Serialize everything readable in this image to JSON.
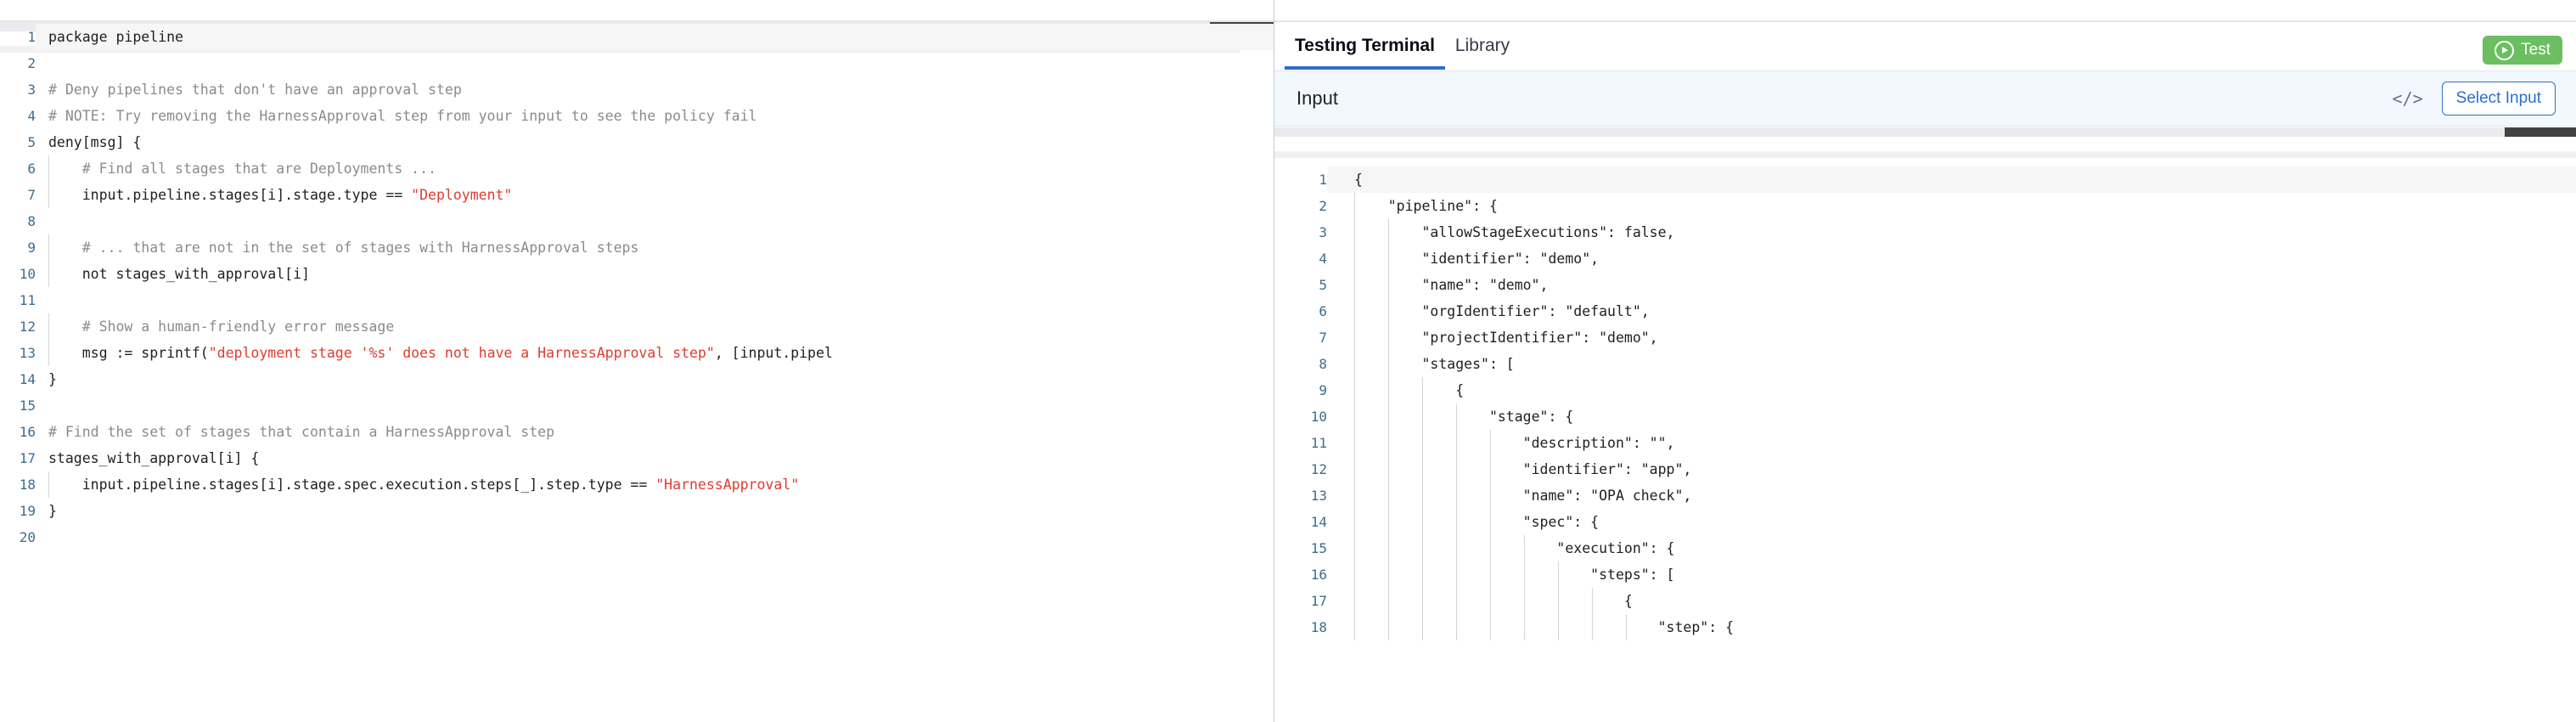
{
  "left_editor": {
    "name": "rego-policy-editor",
    "language": "rego",
    "scrollbar": {
      "orientation": "horizontal",
      "position": "right"
    },
    "active_line": 1,
    "lines": [
      {
        "n": "1",
        "indent": 0,
        "segments": [
          {
            "t": "plain",
            "s": "package pipeline"
          }
        ]
      },
      {
        "n": "2",
        "indent": 0,
        "segments": []
      },
      {
        "n": "3",
        "indent": 0,
        "segments": [
          {
            "t": "comment",
            "s": "# Deny pipelines that don't have an approval step"
          }
        ]
      },
      {
        "n": "4",
        "indent": 0,
        "segments": [
          {
            "t": "comment",
            "s": "# NOTE: Try removing the HarnessApproval step from your input to see the policy fail"
          }
        ]
      },
      {
        "n": "5",
        "indent": 0,
        "segments": [
          {
            "t": "plain",
            "s": "deny[msg] {"
          }
        ]
      },
      {
        "n": "6",
        "indent": 1,
        "segments": [
          {
            "t": "comment",
            "s": "    # Find all stages that are Deployments ..."
          }
        ]
      },
      {
        "n": "7",
        "indent": 1,
        "segments": [
          {
            "t": "plain",
            "s": "    input.pipeline.stages[i].stage.type == "
          },
          {
            "t": "string",
            "s": "\"Deployment\""
          }
        ]
      },
      {
        "n": "8",
        "indent": 1,
        "segments": []
      },
      {
        "n": "9",
        "indent": 1,
        "segments": [
          {
            "t": "comment",
            "s": "    # ... that are not in the set of stages with HarnessApproval steps"
          }
        ]
      },
      {
        "n": "10",
        "indent": 1,
        "segments": [
          {
            "t": "plain",
            "s": "    not stages_with_approval[i]"
          }
        ]
      },
      {
        "n": "11",
        "indent": 1,
        "segments": []
      },
      {
        "n": "12",
        "indent": 1,
        "segments": [
          {
            "t": "comment",
            "s": "    # Show a human-friendly error message"
          }
        ]
      },
      {
        "n": "13",
        "indent": 1,
        "segments": [
          {
            "t": "plain",
            "s": "    msg := sprintf("
          },
          {
            "t": "string",
            "s": "\"deployment stage '%s' does not have a HarnessApproval step\""
          },
          {
            "t": "plain",
            "s": ", [input.pipel"
          }
        ]
      },
      {
        "n": "14",
        "indent": 0,
        "segments": [
          {
            "t": "plain",
            "s": "}"
          }
        ]
      },
      {
        "n": "15",
        "indent": 0,
        "segments": []
      },
      {
        "n": "16",
        "indent": 0,
        "segments": [
          {
            "t": "comment",
            "s": "# Find the set of stages that contain a HarnessApproval step"
          }
        ]
      },
      {
        "n": "17",
        "indent": 0,
        "segments": [
          {
            "t": "plain",
            "s": "stages_with_approval[i] {"
          }
        ]
      },
      {
        "n": "18",
        "indent": 1,
        "segments": [
          {
            "t": "plain",
            "s": "    input.pipeline.stages[i].stage.spec.execution.steps[_].step.type == "
          },
          {
            "t": "string",
            "s": "\"HarnessApproval\""
          }
        ]
      },
      {
        "n": "19",
        "indent": 0,
        "segments": [
          {
            "t": "plain",
            "s": "}"
          }
        ]
      },
      {
        "n": "20",
        "indent": 0,
        "segments": []
      }
    ]
  },
  "right_pane": {
    "tabs": [
      {
        "label": "Testing Terminal",
        "active": true,
        "name": "tab-testing-terminal"
      },
      {
        "label": "Library",
        "active": false,
        "name": "tab-library"
      }
    ],
    "test_button": {
      "label": "Test",
      "icon": "play-circle-icon",
      "color": "#6bbf61"
    },
    "input_bar": {
      "title": "Input",
      "code_icon": "code-brackets-icon",
      "select_input_label": "Select Input",
      "accent": "#2e6ecb",
      "background": "#f2f8fd"
    },
    "json_editor": {
      "name": "input-json-editor",
      "language": "json",
      "active_line": 1,
      "scrollbar": {
        "orientation": "horizontal",
        "position": "right"
      },
      "lines": [
        {
          "n": "1",
          "guides": 0,
          "text": "{"
        },
        {
          "n": "2",
          "guides": 1,
          "text": "    \"pipeline\": {"
        },
        {
          "n": "3",
          "guides": 2,
          "text": "        \"allowStageExecutions\": false,"
        },
        {
          "n": "4",
          "guides": 2,
          "text": "        \"identifier\": \"demo\","
        },
        {
          "n": "5",
          "guides": 2,
          "text": "        \"name\": \"demo\","
        },
        {
          "n": "6",
          "guides": 2,
          "text": "        \"orgIdentifier\": \"default\","
        },
        {
          "n": "7",
          "guides": 2,
          "text": "        \"projectIdentifier\": \"demo\","
        },
        {
          "n": "8",
          "guides": 2,
          "text": "        \"stages\": ["
        },
        {
          "n": "9",
          "guides": 3,
          "text": "            {"
        },
        {
          "n": "10",
          "guides": 4,
          "text": "                \"stage\": {"
        },
        {
          "n": "11",
          "guides": 5,
          "text": "                    \"description\": \"\","
        },
        {
          "n": "12",
          "guides": 5,
          "text": "                    \"identifier\": \"app\","
        },
        {
          "n": "13",
          "guides": 5,
          "text": "                    \"name\": \"OPA check\","
        },
        {
          "n": "14",
          "guides": 5,
          "text": "                    \"spec\": {"
        },
        {
          "n": "15",
          "guides": 6,
          "text": "                        \"execution\": {"
        },
        {
          "n": "16",
          "guides": 7,
          "text": "                            \"steps\": ["
        },
        {
          "n": "17",
          "guides": 8,
          "text": "                                {"
        },
        {
          "n": "18",
          "guides": 9,
          "text": "                                    \"step\": {"
        }
      ]
    }
  }
}
